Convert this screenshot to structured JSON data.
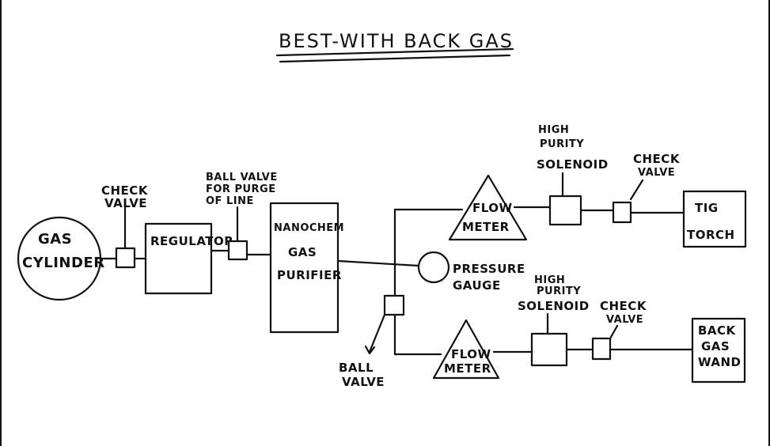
{
  "title": "BEST-WITH BACK GAS",
  "components": {
    "gas_cylinder": [
      "GAS",
      "CYLINDER"
    ],
    "check_valve_1": [
      "CHECK",
      "VALVE"
    ],
    "regulator": "REGULATOR",
    "ball_valve_purge": [
      "BALL VALVE",
      "FOR PURGE",
      "OF LINE"
    ],
    "gas_purifier": [
      "NANOCHEM",
      "GAS",
      "PURIFIER"
    ],
    "pressure_gauge": [
      "PRESSURE",
      "GAUGE"
    ],
    "ball_valve_2": [
      "BALL",
      "VALVE"
    ],
    "flow_meter_top": [
      "FLOW",
      "METER"
    ],
    "solenoid_top": [
      "HIGH",
      "PURITY",
      "SOLENOID"
    ],
    "check_valve_top": [
      "CHECK",
      "VALVE"
    ],
    "tig_torch": [
      "TIG",
      "TORCH"
    ],
    "flow_meter_bottom": [
      "FLOW",
      "METER"
    ],
    "solenoid_bottom": [
      "HIGH",
      "PURITY",
      "SOLENOID"
    ],
    "check_valve_bottom": [
      "CHECK",
      "VALVE"
    ],
    "back_gas_wand": [
      "BACK",
      "GAS",
      "WAND"
    ]
  }
}
